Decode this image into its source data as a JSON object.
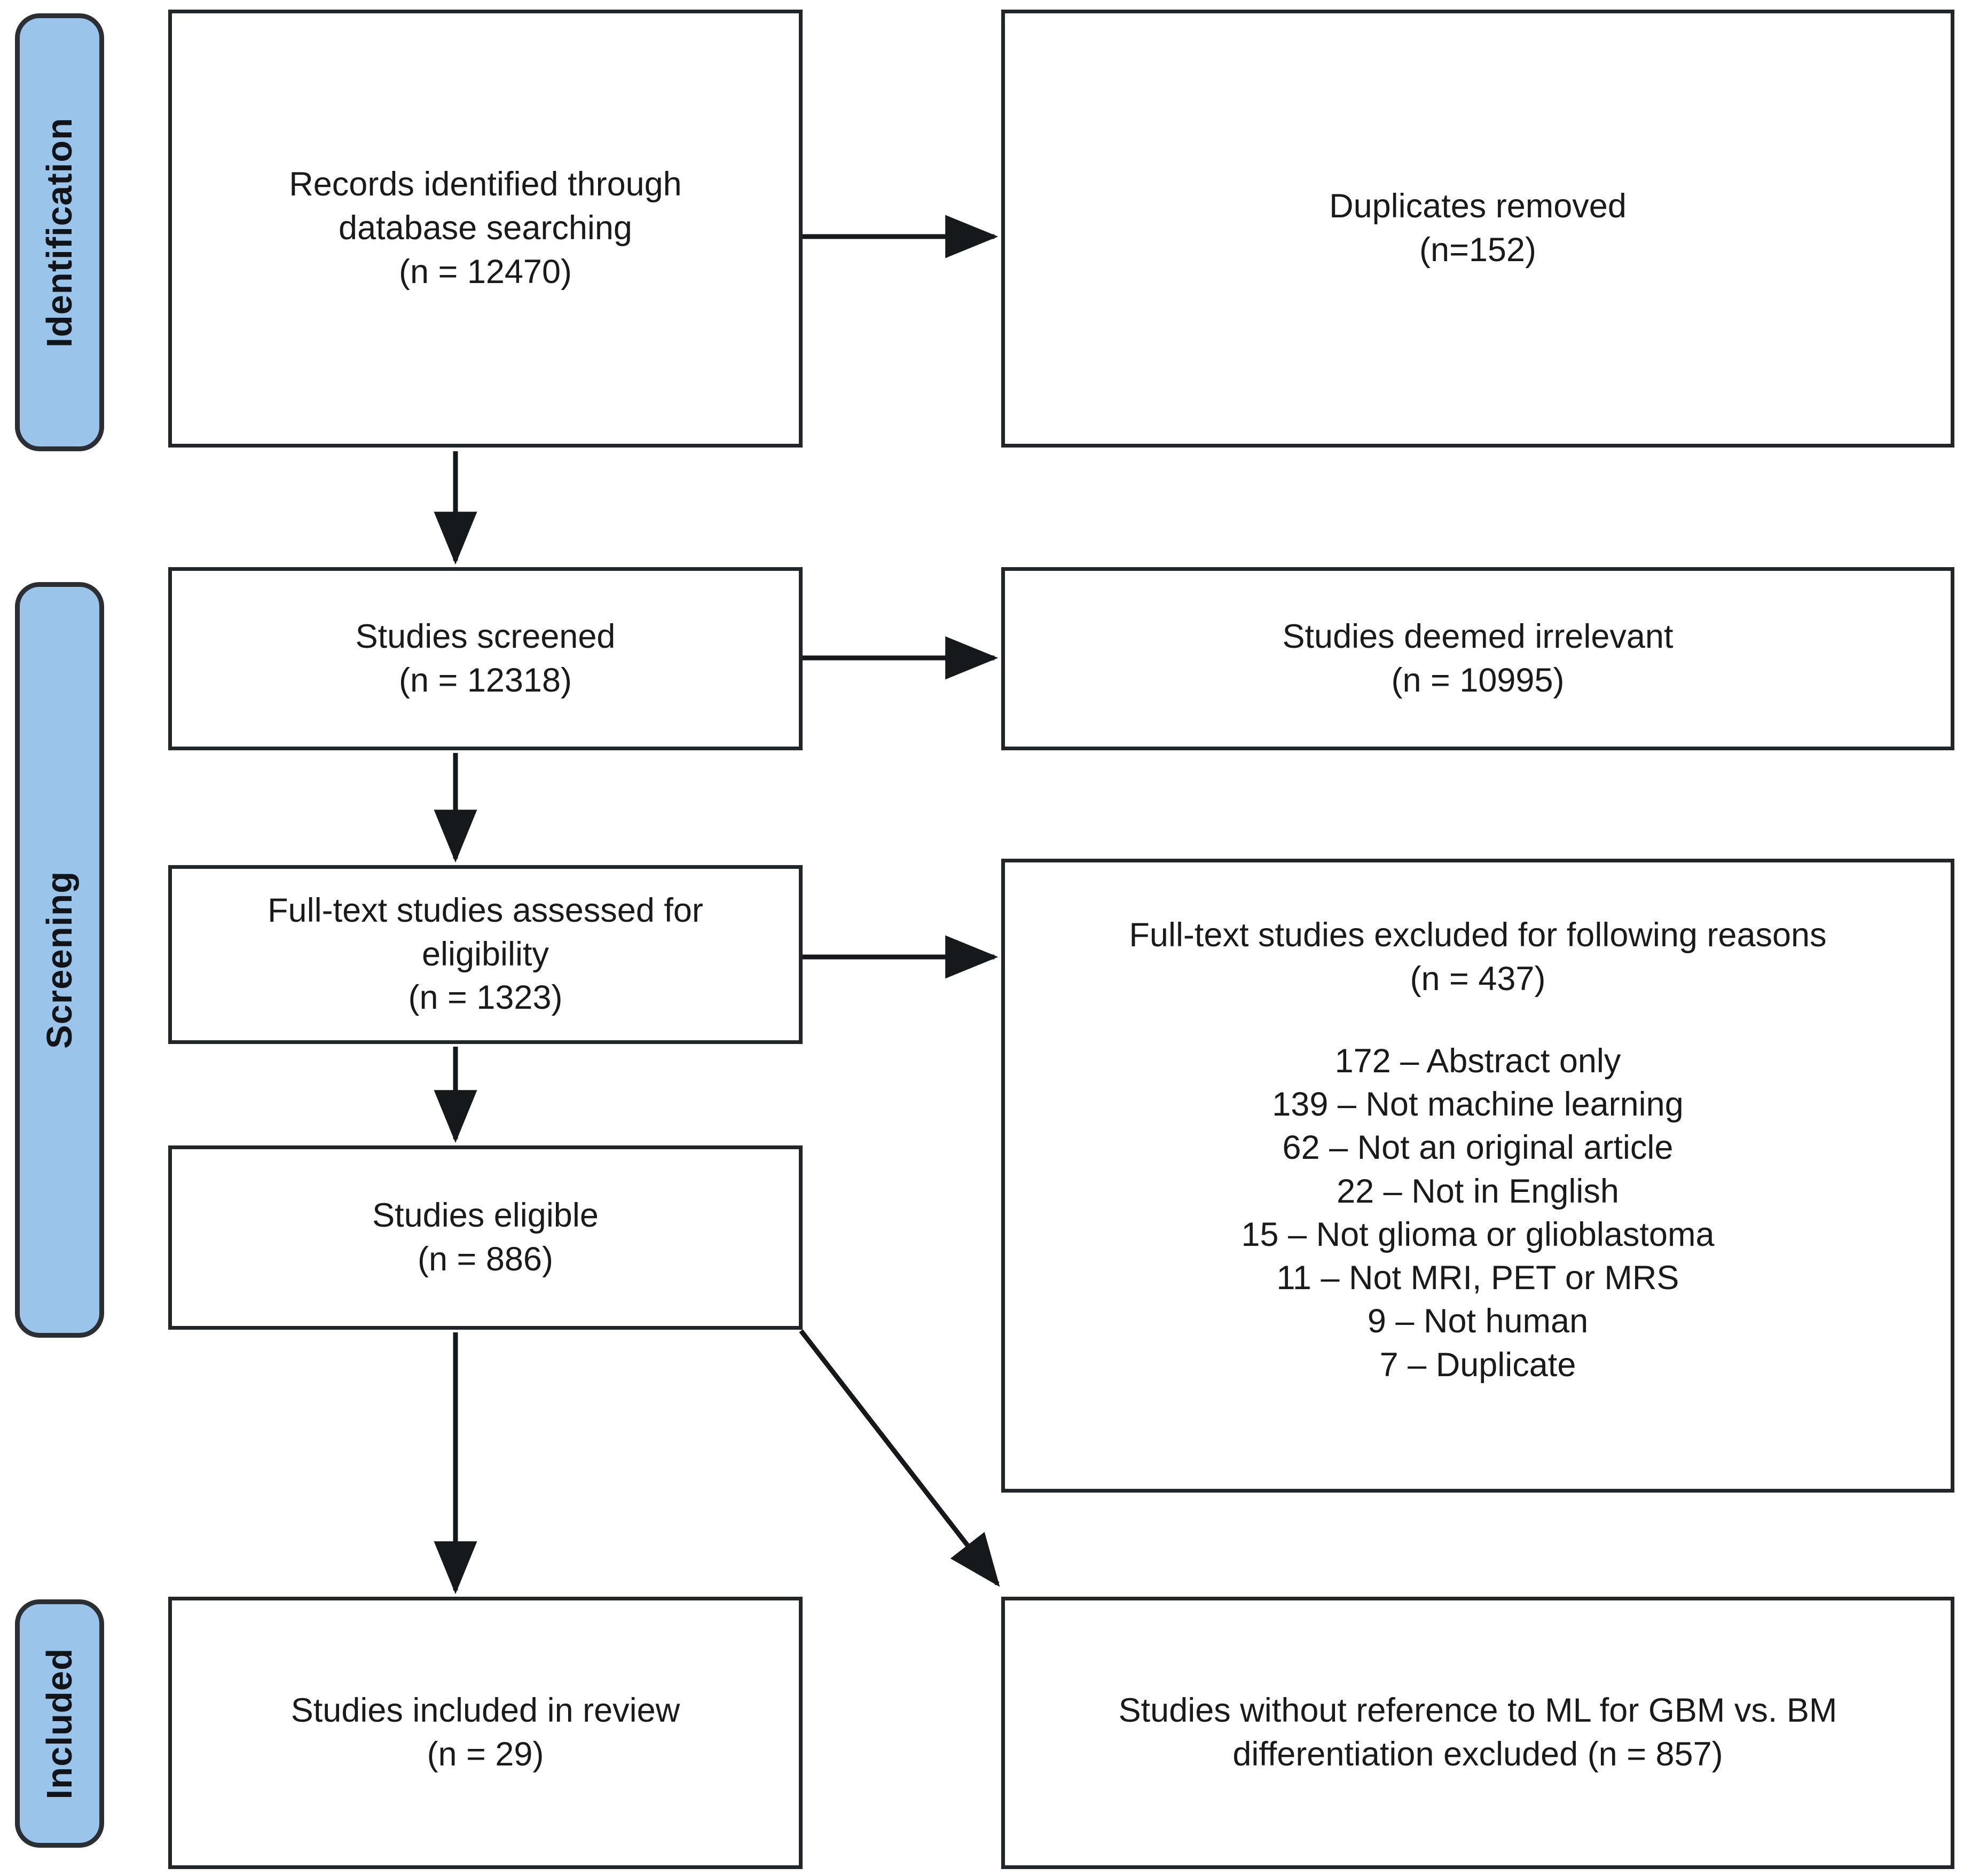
{
  "diagram": {
    "title": "PRISMA study selection flow diagram",
    "accent_blue": "#9BC4EA",
    "stroke_dark": "#222629"
  },
  "phases": [
    {
      "id": "identification",
      "label": "Identification"
    },
    {
      "id": "screening",
      "label": "Screening"
    },
    {
      "id": "included",
      "label": "Included"
    }
  ],
  "boxes": {
    "records": {
      "line1": "Records identified through",
      "line2": "database searching",
      "line3": "(n = 12470)"
    },
    "duplicates": {
      "line1": "Duplicates removed",
      "line2": "(n=152)"
    },
    "screened": {
      "line1": "Studies screened",
      "line2": "(n = 12318)"
    },
    "irrelevant": {
      "line1": "Studies deemed irrelevant",
      "line2": "(n = 10995)"
    },
    "fulltext": {
      "line1": "Full-text studies assessed for",
      "line2": "eligibility",
      "line3": "(n = 1323)"
    },
    "excluded": {
      "line1": "Full-text studies excluded for following reasons",
      "line2": "(n = 437)",
      "reasons": [
        "172 – Abstract only",
        "139 – Not machine learning",
        "62 – Not an original article",
        "22 – Not in English",
        "15 – Not glioma or glioblastoma",
        "11 – Not MRI, PET or MRS",
        "9 – Not human",
        "7 – Duplicate"
      ]
    },
    "eligible": {
      "line1": "Studies eligible",
      "line2": "(n = 886)"
    },
    "included": {
      "line1": "Studies included in review",
      "line2": "(n = 29)"
    },
    "noref": {
      "line1": "Studies without reference to ML for GBM vs. BM",
      "line2": "differentiation excluded (n = 857)"
    }
  },
  "chart_data": {
    "type": "diagram",
    "title": "PRISMA flow of study selection",
    "nodes": [
      {
        "id": "records",
        "stage": "Identification",
        "label": "Records identified through database searching",
        "n": 12470
      },
      {
        "id": "duplicates",
        "stage": "Identification",
        "label": "Duplicates removed",
        "n": 152
      },
      {
        "id": "screened",
        "stage": "Screening",
        "label": "Studies screened",
        "n": 12318
      },
      {
        "id": "irrelevant",
        "stage": "Screening",
        "label": "Studies deemed irrelevant",
        "n": 10995
      },
      {
        "id": "fulltext",
        "stage": "Screening",
        "label": "Full-text studies assessed for eligibility",
        "n": 1323
      },
      {
        "id": "excluded",
        "stage": "Screening",
        "label": "Full-text studies excluded for following reasons",
        "n": 437
      },
      {
        "id": "eligible",
        "stage": "Screening",
        "label": "Studies eligible",
        "n": 886
      },
      {
        "id": "included",
        "stage": "Included",
        "label": "Studies included in review",
        "n": 29
      },
      {
        "id": "noref",
        "stage": "Included",
        "label": "Studies without reference to ML for GBM vs. BM differentiation excluded",
        "n": 857
      }
    ],
    "edges": [
      {
        "from": "records",
        "to": "duplicates",
        "direction": "right"
      },
      {
        "from": "records",
        "to": "screened",
        "direction": "down"
      },
      {
        "from": "screened",
        "to": "irrelevant",
        "direction": "right"
      },
      {
        "from": "screened",
        "to": "fulltext",
        "direction": "down"
      },
      {
        "from": "fulltext",
        "to": "excluded",
        "direction": "right"
      },
      {
        "from": "fulltext",
        "to": "eligible",
        "direction": "down"
      },
      {
        "from": "eligible",
        "to": "included",
        "direction": "down"
      },
      {
        "from": "eligible",
        "to": "noref",
        "direction": "diagonal"
      }
    ],
    "exclusion_breakdown": {
      "total": 437,
      "categories": [
        "Abstract only",
        "Not machine learning",
        "Not an original article",
        "Not in English",
        "Not glioma or glioblastoma",
        "Not MRI, PET or MRS",
        "Not human",
        "Duplicate"
      ],
      "values": [
        172,
        139,
        62,
        22,
        15,
        11,
        9,
        7
      ]
    }
  }
}
